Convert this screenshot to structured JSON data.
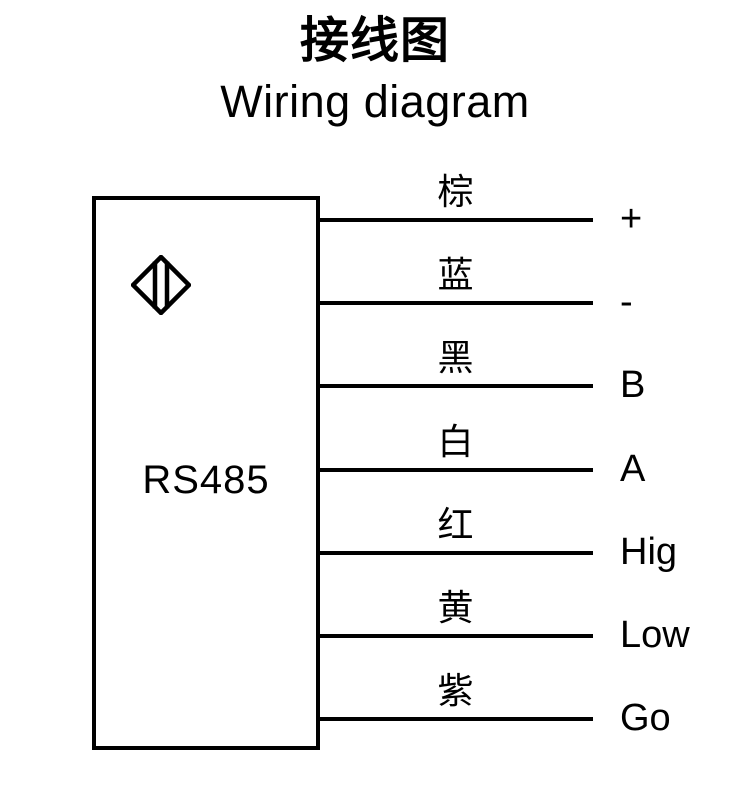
{
  "title": {
    "chinese": "接线图",
    "english": "Wiring diagram"
  },
  "device": {
    "label": "RS485",
    "logo_icon": "diamond-sensor-logo-icon"
  },
  "colors": {
    "line": "#000000",
    "background": "#ffffff"
  },
  "wires": [
    {
      "color_label": "棕",
      "color_en": "brown",
      "terminal": "+"
    },
    {
      "color_label": "蓝",
      "color_en": "blue",
      "terminal": "-"
    },
    {
      "color_label": "黑",
      "color_en": "black",
      "terminal": "B"
    },
    {
      "color_label": "白",
      "color_en": "white",
      "terminal": "A"
    },
    {
      "color_label": "红",
      "color_en": "red",
      "terminal": "Hig"
    },
    {
      "color_label": "黄",
      "color_en": "yellow",
      "terminal": "Low"
    },
    {
      "color_label": "紫",
      "color_en": "purple",
      "terminal": "Go"
    }
  ]
}
